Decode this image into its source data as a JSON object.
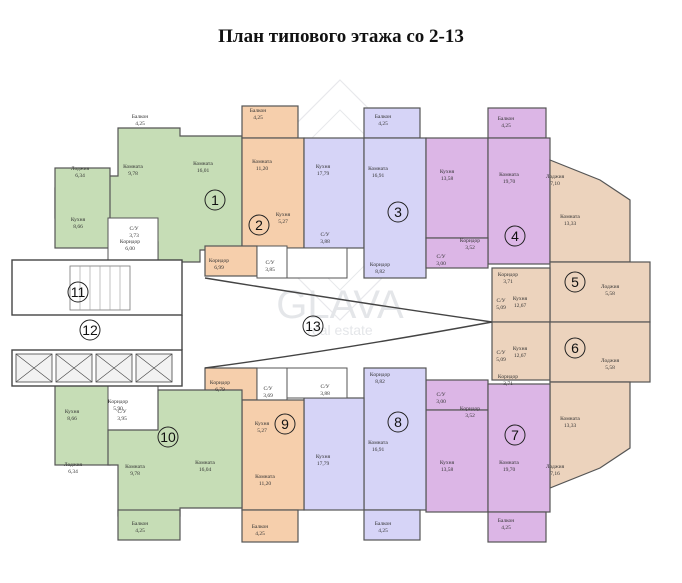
{
  "title": "План типового этажа со 2-13",
  "watermark": {
    "brand": "GLAVA",
    "sub": "real estate"
  },
  "colors": {
    "apt1": "#c6ddb6",
    "apt2": "#f6cfac",
    "apt3": "#d6d4f7",
    "apt4": "#dcb6e6",
    "apt5": "#ecd3bd",
    "wall": "#444444",
    "hall": "#ffffff"
  },
  "zones": [
    "1",
    "2",
    "3",
    "4",
    "5",
    "6",
    "7",
    "8",
    "9",
    "10",
    "11",
    "12",
    "13"
  ],
  "rooms": [
    {
      "name": "Балкон",
      "area": "4,25"
    },
    {
      "name": "Комната",
      "area": "9,78"
    },
    {
      "name": "Лоджия",
      "area": "6,34"
    },
    {
      "name": "Кухня",
      "area": "8,66"
    },
    {
      "name": "Коридор",
      "area": "6,00"
    },
    {
      "name": "С/У",
      "area": "3,73"
    },
    {
      "name": "Комната",
      "area": "16,01"
    },
    {
      "name": "Балкон",
      "area": "4,25"
    },
    {
      "name": "Комната",
      "area": "11,20"
    },
    {
      "name": "Кухня",
      "area": "5,27"
    },
    {
      "name": "Коридор",
      "area": "6,99"
    },
    {
      "name": "С/У",
      "area": "3,85"
    },
    {
      "name": "Кухня",
      "area": "17,79"
    },
    {
      "name": "С/У",
      "area": "3,88"
    },
    {
      "name": "Балкон",
      "area": "4,25"
    },
    {
      "name": "Комната",
      "area": "16,91"
    },
    {
      "name": "Коридор",
      "area": "8,82"
    },
    {
      "name": "Кухня",
      "area": "13,58"
    },
    {
      "name": "Коридор",
      "area": "3,52"
    },
    {
      "name": "С/У",
      "area": "3,00"
    },
    {
      "name": "Балкон",
      "area": "4,25"
    },
    {
      "name": "Комната",
      "area": "19,70"
    },
    {
      "name": "Лоджия",
      "area": "7,10"
    },
    {
      "name": "Комната",
      "area": "13,33"
    },
    {
      "name": "Коридор",
      "area": "3,71"
    },
    {
      "name": "С/У",
      "area": "5,09"
    },
    {
      "name": "Кухня",
      "area": "12,67"
    },
    {
      "name": "Лоджия",
      "area": "5,58"
    },
    {
      "name": "С/У",
      "area": "5,09"
    },
    {
      "name": "Кухня",
      "area": "12,67"
    },
    {
      "name": "Лоджия",
      "area": "5,58"
    },
    {
      "name": "Коридор",
      "area": "3,71"
    },
    {
      "name": "Комната",
      "area": "13,33"
    },
    {
      "name": "Лоджия",
      "area": "7,16"
    },
    {
      "name": "Комната",
      "area": "19,70"
    },
    {
      "name": "Балкон",
      "area": "4,25"
    },
    {
      "name": "Кухня",
      "area": "13,58"
    },
    {
      "name": "Коридор",
      "area": "3,52"
    },
    {
      "name": "С/У",
      "area": "3,00"
    },
    {
      "name": "Коридор",
      "area": "8,82"
    },
    {
      "name": "Комната",
      "area": "16,91"
    },
    {
      "name": "Балкон",
      "area": "4,25"
    },
    {
      "name": "Кухня",
      "area": "17,79"
    },
    {
      "name": "С/У",
      "area": "3,88"
    },
    {
      "name": "Коридор",
      "area": "6,79"
    },
    {
      "name": "С/У",
      "area": "3,69"
    },
    {
      "name": "Кухня",
      "area": "5,27"
    },
    {
      "name": "Комната",
      "area": "11,20"
    },
    {
      "name": "Балкон",
      "area": "4,25"
    },
    {
      "name": "Кухня",
      "area": "8,66"
    },
    {
      "name": "Коридор",
      "area": "5,90"
    },
    {
      "name": "С/У",
      "area": "3,95"
    },
    {
      "name": "Комната",
      "area": "16,04"
    },
    {
      "name": "Лоджия",
      "area": "6,34"
    },
    {
      "name": "Комната",
      "area": "9,78"
    },
    {
      "name": "Балкон",
      "area": "4,25"
    }
  ]
}
